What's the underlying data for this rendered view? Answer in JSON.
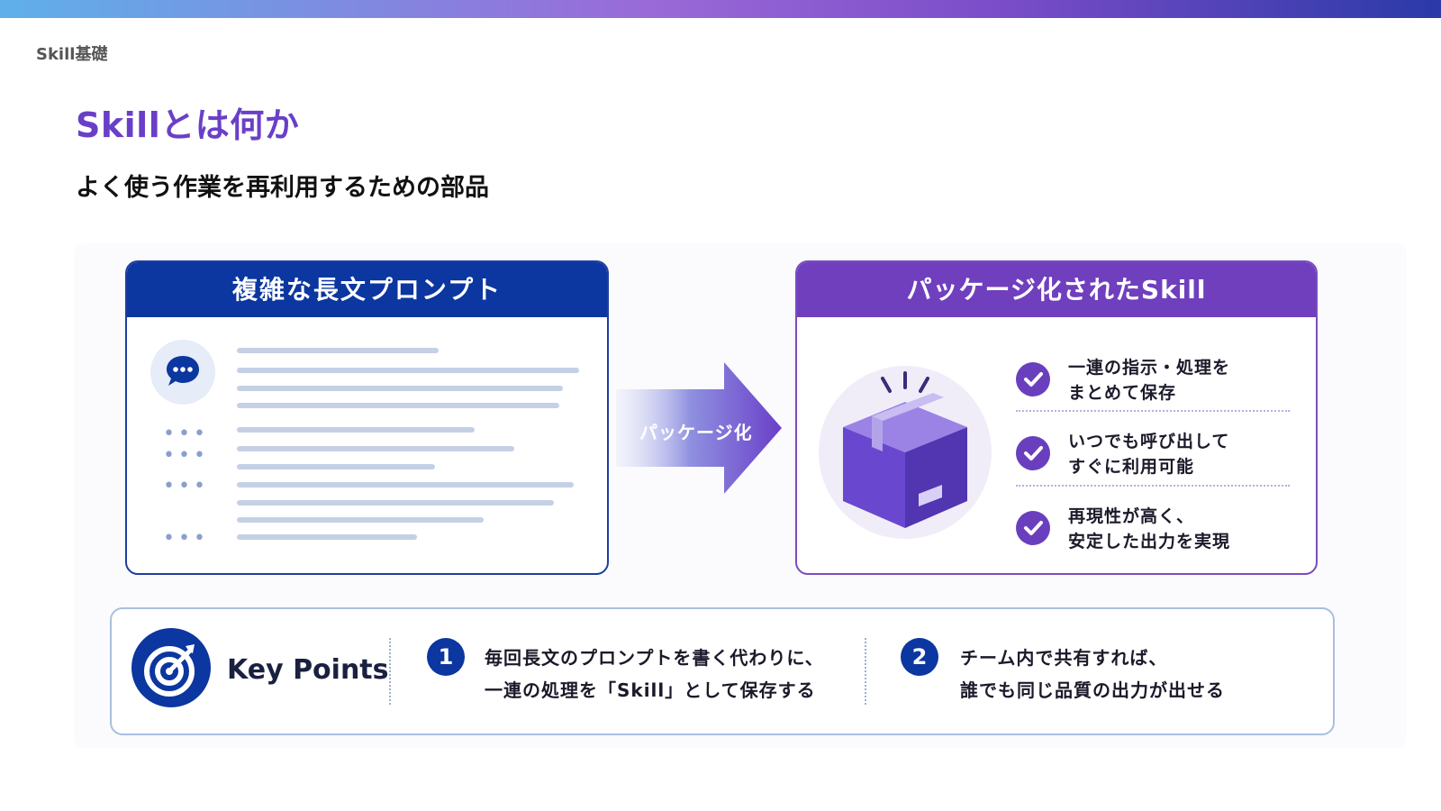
{
  "header": {
    "section_label": "Skill基礎",
    "title": "Skillとは何か",
    "subtitle": "よく使う作業を再利用するための部品"
  },
  "left_card": {
    "title": "複雑な長文プロンプト",
    "icon": "chat-bubble-icon"
  },
  "arrow": {
    "label": "パッケージ化"
  },
  "right_card": {
    "title": "パッケージ化されたSkill",
    "icon": "package-box-icon",
    "features": [
      {
        "line1": "一連の指示・処理を",
        "line2": "まとめて保存"
      },
      {
        "line1": "いつでも呼び出して",
        "line2": "すぐに利用可能"
      },
      {
        "line1": "再現性が高く、",
        "line2": "安定した出力を実現"
      }
    ]
  },
  "key_points": {
    "title": "Key Points",
    "icon": "target-icon",
    "items": [
      {
        "number": "1",
        "line1": "毎回長文のプロンプトを書く代わりに、",
        "line2": "一連の処理を「Skill」として保存する"
      },
      {
        "number": "2",
        "line1": "チーム内で共有すれば、",
        "line2": "誰でも同じ品質の出力が出せる"
      }
    ]
  },
  "colors": {
    "navy": "#0c36a0",
    "purple": "#6f3fbe",
    "title_purple": "#6a3fc8"
  }
}
